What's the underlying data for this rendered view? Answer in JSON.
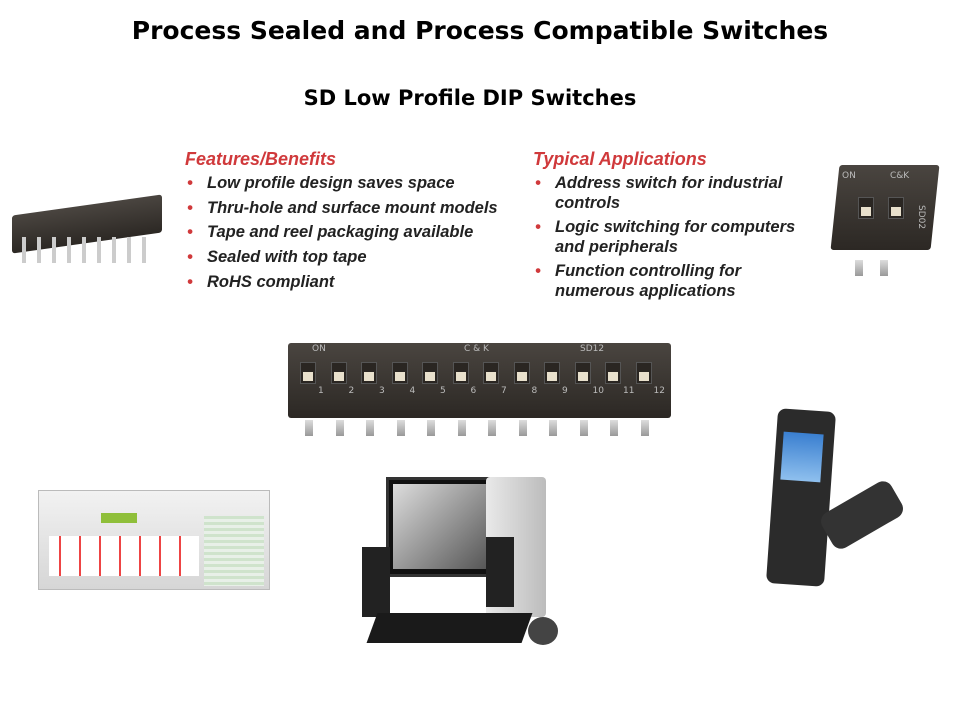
{
  "slide": {
    "title": "Process Sealed and Process Compatible Switches",
    "subtitle": "SD Low Profile DIP Switches"
  },
  "features": {
    "heading": "Features/Benefits",
    "items": [
      "Low profile design saves space",
      "Thru-hole and surface mount models",
      "Tape and reel packaging available",
      "Sealed with top tape",
      "RoHS compliant"
    ]
  },
  "applications": {
    "heading": "Typical Applications",
    "items": [
      "Address switch for industrial controls",
      "Logic switching for computers and peripherals",
      "Function controlling for numerous applications"
    ]
  },
  "main_switch": {
    "on": "ON",
    "brand": "C & K",
    "model": "SD12",
    "numbers": [
      "1",
      "2",
      "3",
      "4",
      "5",
      "6",
      "7",
      "8",
      "9",
      "10",
      "11",
      "12"
    ]
  },
  "small_switch": {
    "on": "ON",
    "brand": "C&K",
    "model": "SD02"
  },
  "colors": {
    "accent": "#d0393b"
  }
}
